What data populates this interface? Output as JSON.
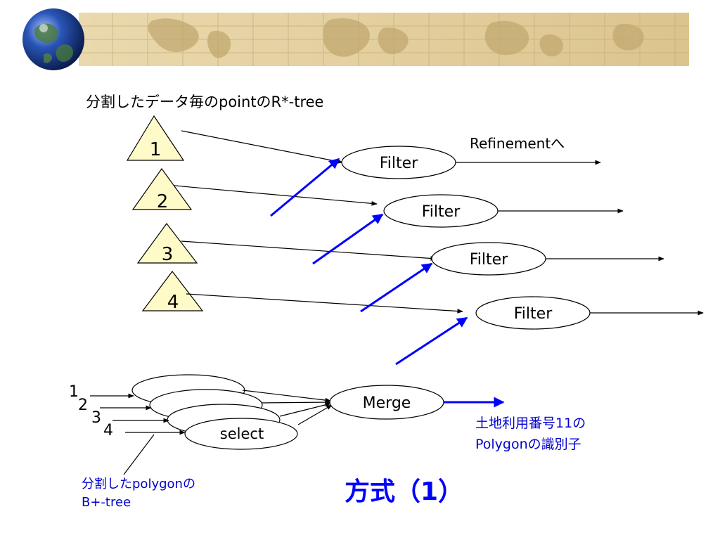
{
  "header": {
    "background_color": "#e6d4a8",
    "globe_icon": "globe-icon"
  },
  "diagram": {
    "point_tree_label": "分割したデータ毎のpointのR*-tree",
    "partitions": [
      "1",
      "2",
      "3",
      "4"
    ],
    "filter_label": "Filter",
    "refinement_label": "Refinementへ",
    "select_label": "select",
    "select_inputs": [
      "1",
      "2",
      "3",
      "4"
    ],
    "merge_label": "Merge",
    "output_label_line1": "土地利用番号11の",
    "output_label_line2": "Polygonの識別子",
    "polygon_tree_line1": "分割したpolygonの",
    "polygon_tree_line2": "B+-tree",
    "title": "方式（1）"
  },
  "colors": {
    "triangle_fill": "#fffbc8",
    "accent_blue": "#0000ff",
    "blue_text": "#0000cc",
    "line": "#000000"
  }
}
